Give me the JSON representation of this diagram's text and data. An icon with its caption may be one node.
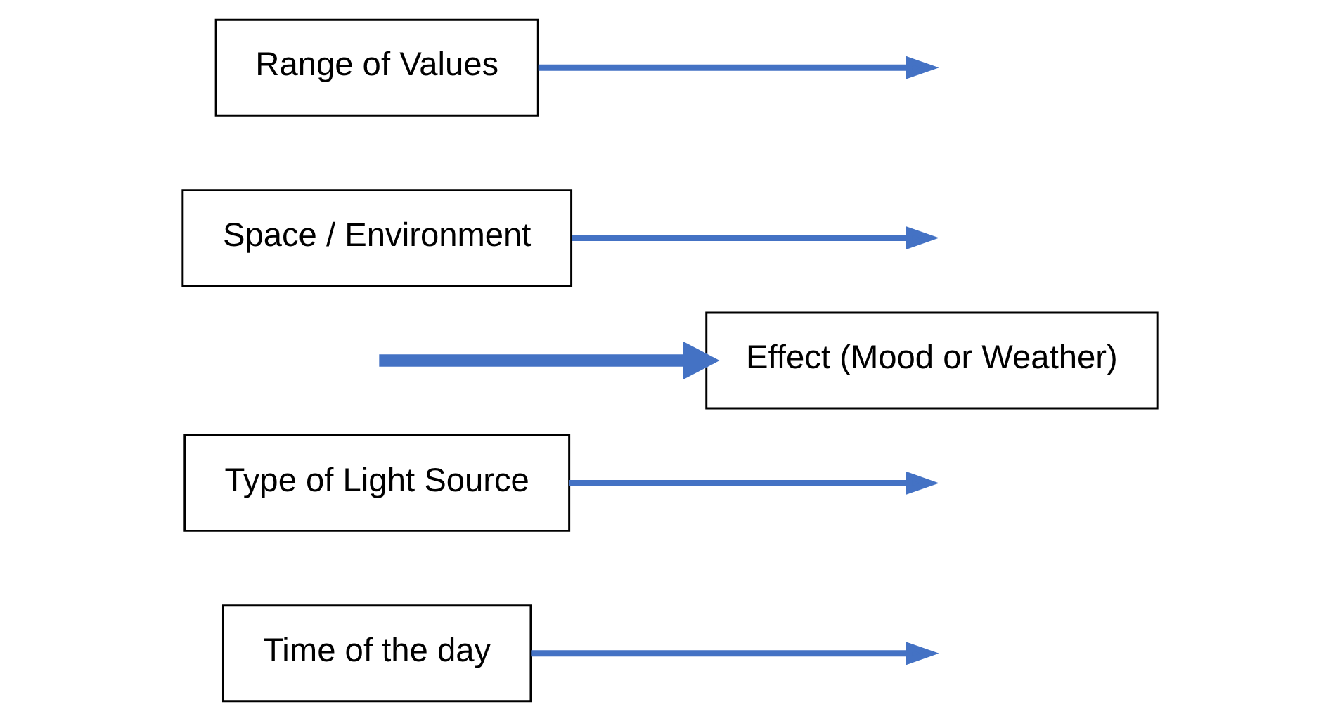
{
  "diagram": {
    "nodes": [
      {
        "text": [
          "Time of the day"
        ]
      },
      {
        "text": [
          "Type of Light Source"
        ]
      },
      {
        "text": [
          "Effect (Mood or Weather)"
        ]
      },
      {
        "text": [
          "Space / Environment"
        ]
      },
      {
        "text": [
          "Range of Values"
        ]
      }
    ],
    "edges": [
      {
        "from": null,
        "to": 2,
        "arrow": "to",
        "style": "thick"
      },
      {
        "from": 0,
        "to": null,
        "arrow": "to"
      },
      {
        "from": 1,
        "to": null,
        "arrow": "to"
      },
      {
        "from": 3,
        "to": null,
        "arrow": "to"
      },
      {
        "from": 4,
        "to": null,
        "arrow": "to"
      }
    ]
  }
}
